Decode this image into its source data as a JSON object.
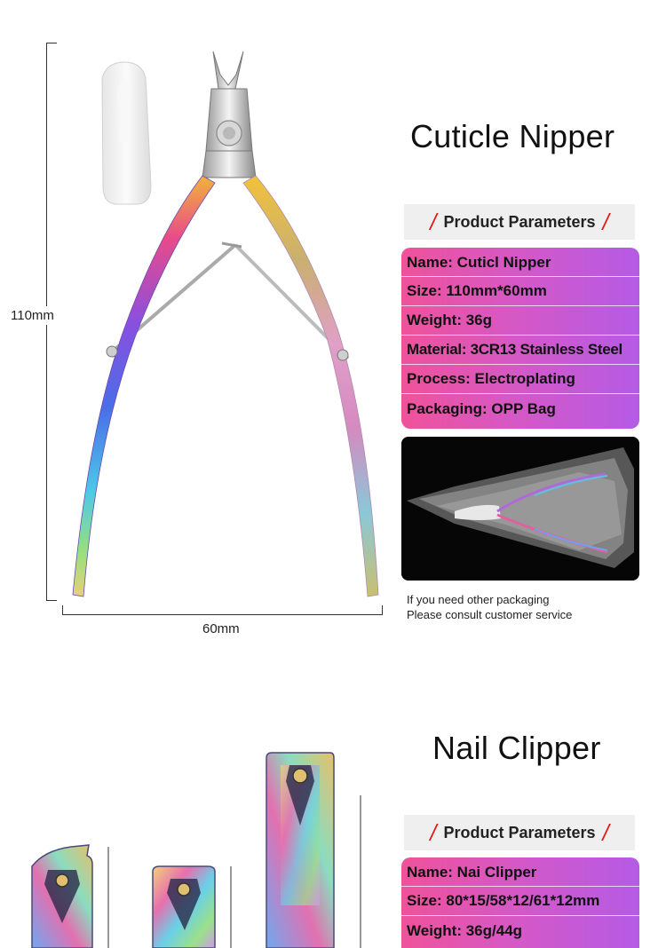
{
  "section1": {
    "title": "Cuticle Nipper",
    "params_header": "Product Parameters",
    "params": [
      "Name: Cuticl Nipper",
      "Size: 110mm*60mm",
      "Weight: 36g",
      "Material: 3CR13 Stainless Steel",
      "Process: Electroplating",
      "Packaging: OPP Bag"
    ],
    "height_label": "110mm",
    "width_label": "60mm",
    "note_line1": "If you need other packaging",
    "note_line2": "Please consult customer service"
  },
  "section2": {
    "title": "Nail Clipper",
    "params_header": "Product Parameters",
    "params": [
      "Name: Nai Clipper",
      "Size: 80*15/58*12/61*12mm",
      "Weight: 36g/44g"
    ]
  },
  "colors": {
    "card_gradient_start": "#f0529a",
    "card_gradient_end": "#b45be5",
    "slash_accent": "#e02020",
    "header_bg": "#efefef"
  }
}
